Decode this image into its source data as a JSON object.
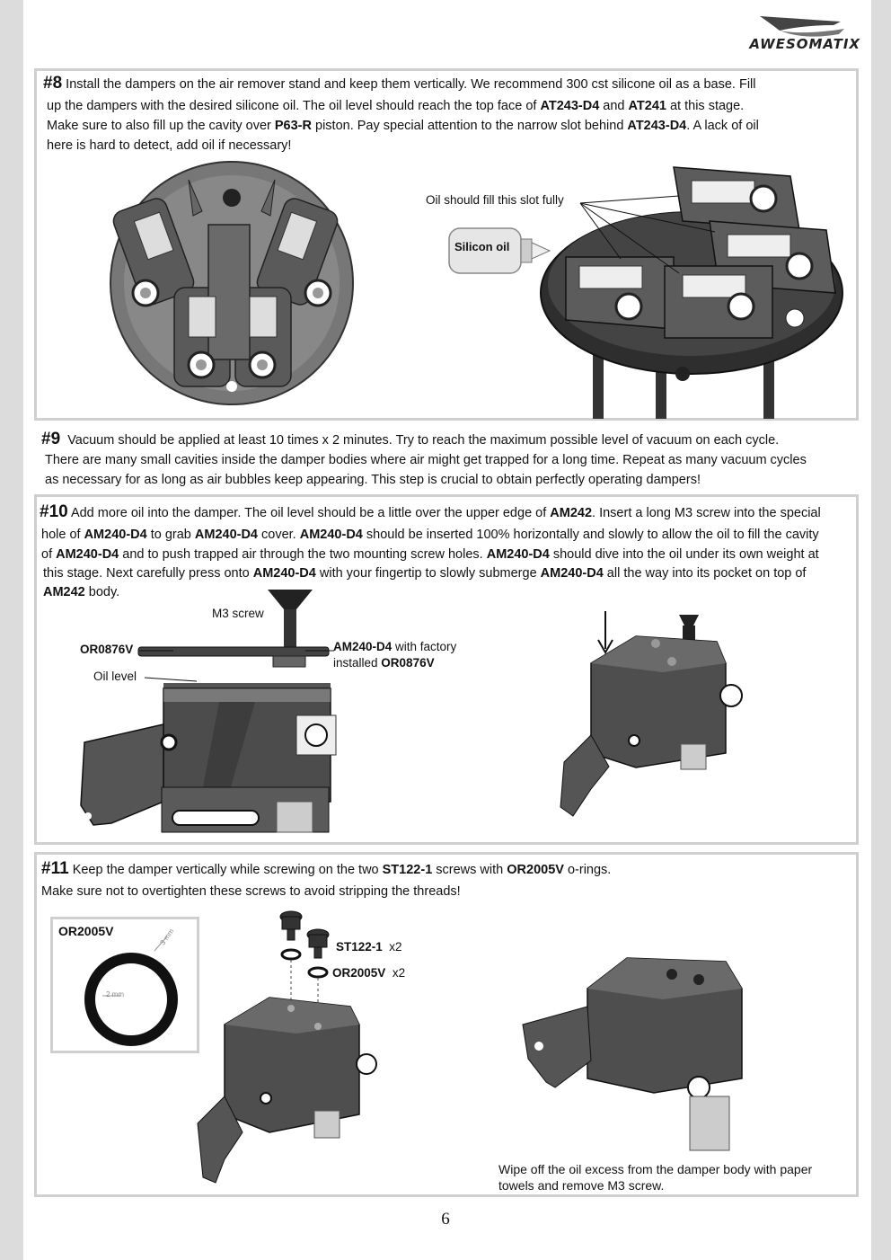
{
  "brand": {
    "logo_text": "AWESOMATIX"
  },
  "s8": {
    "num": "#8",
    "l1a": "Install the dampers on the air remover stand and keep them vertically. We recommend 300 cst silicone oil as a base. Fill",
    "l2a": "up the dampers with the desired silicone oil. The oil level should reach the top face of ",
    "l2b": "AT243-D4",
    "l2c": " and ",
    "l2d": "AT241",
    "l2e": " at this stage.",
    "l3a": "Make sure to also fill up the cavity over ",
    "l3b": "P63-R",
    "l3c": " piston. Pay special attention to the narrow slot behind ",
    "l3d": "AT243-D4",
    "l3e": ". A lack of oil",
    "l4": "here is hard to detect, add oil if necessary!",
    "slot_callout": "Oil should fill this slot fully",
    "bottle_label": "Silicon oil"
  },
  "s9": {
    "num": "#9",
    "l1": "Vacuum should be applied at least 10 times x 2 minutes. Try to reach the maximum possible level of vacuum on each cycle.",
    "l2": "There are many small cavities inside the damper bodies where air might get trapped for a long time. Repeat as many vacuum cycles",
    "l3": "as necessary for as long as air bubbles keep appearing. This step is crucial to obtain perfectly operating dampers!"
  },
  "s10": {
    "num": "#10",
    "l1a": "Add more oil into the damper. The oil level should be a little over the upper edge of ",
    "l1b": "AM242",
    "l1c": ". Insert a long M3 screw into the special",
    "l2a": "hole of ",
    "l2b": "AM240-D4",
    "l2c": " to grab ",
    "l2d": "AM240-D4",
    "l2e": " cover. ",
    "l2f": "AM240-D4",
    "l2g": " should be inserted 100% horizontally and slowly to allow the oil to fill the cavity",
    "l3a": "of ",
    "l3b": "AM240-D4",
    "l3c": " and to push trapped air through the two mounting screw holes. ",
    "l3d": "AM240-D4",
    "l3e": " should dive into the oil under its own weight at",
    "l4a": "this stage. Next carefully press onto ",
    "l4b": "AM240-D4",
    "l4c": " with your fingertip to slowly submerge ",
    "l4d": "AM240-D4",
    "l4e": " all the way into its pocket on top of",
    "l5a": "AM242",
    "l5b": " body.",
    "c_m3": "M3 screw",
    "c_or": "OR0876V",
    "c_oil": "Oil level",
    "c_am_a": "AM240-D4",
    "c_am_b": " with factory",
    "c_am_c": "installed ",
    "c_am_d": "OR0876V"
  },
  "s11": {
    "num": "#11",
    "l1a": "Keep the damper vertically while screwing on the two ",
    "l1b": "ST122-1",
    "l1c": " screws with ",
    "l1d": "OR2005V",
    "l1e": " o-rings.",
    "l2": "Make sure not to overtighten these screws to avoid stripping the threads!",
    "oring_title": "OR2005V",
    "dim_3mm": "3 mm",
    "dim_2mm": "2 mm",
    "c_st_a": "ST122-1",
    "c_st_b": "x2",
    "c_or_a": "OR2005V",
    "c_or_b": "x2",
    "wipe_1": "Wipe off the oil excess from the damper body with paper",
    "wipe_2": "towels and remove M3 screw."
  },
  "footer": {
    "page_number": "6"
  }
}
